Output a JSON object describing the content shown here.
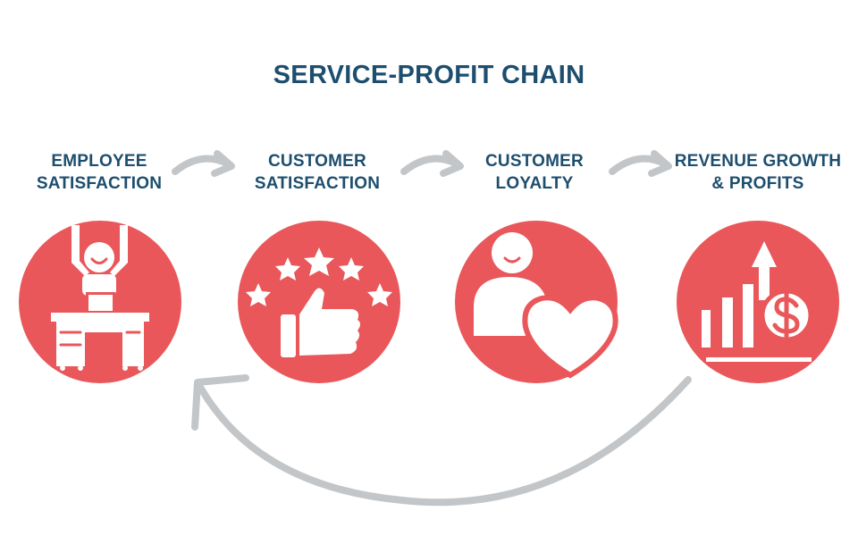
{
  "title": "SERVICE-PROFIT CHAIN",
  "stages": [
    {
      "line1": "EMPLOYEE",
      "line2": "SATISFACTION",
      "icon": "happy-employee-at-desk-icon"
    },
    {
      "line1": "CUSTOMER",
      "line2": "SATISFACTION",
      "icon": "thumbs-up-stars-icon"
    },
    {
      "line1": "CUSTOMER",
      "line2": "LOYALTY",
      "icon": "person-heart-icon"
    },
    {
      "line1": "REVENUE GROWTH",
      "line2": "& PROFITS",
      "icon": "bar-chart-dollar-icon"
    }
  ],
  "colors": {
    "circle": "#e9575a",
    "heading": "#1d4e6e",
    "arrow": "#c3c6c9"
  }
}
